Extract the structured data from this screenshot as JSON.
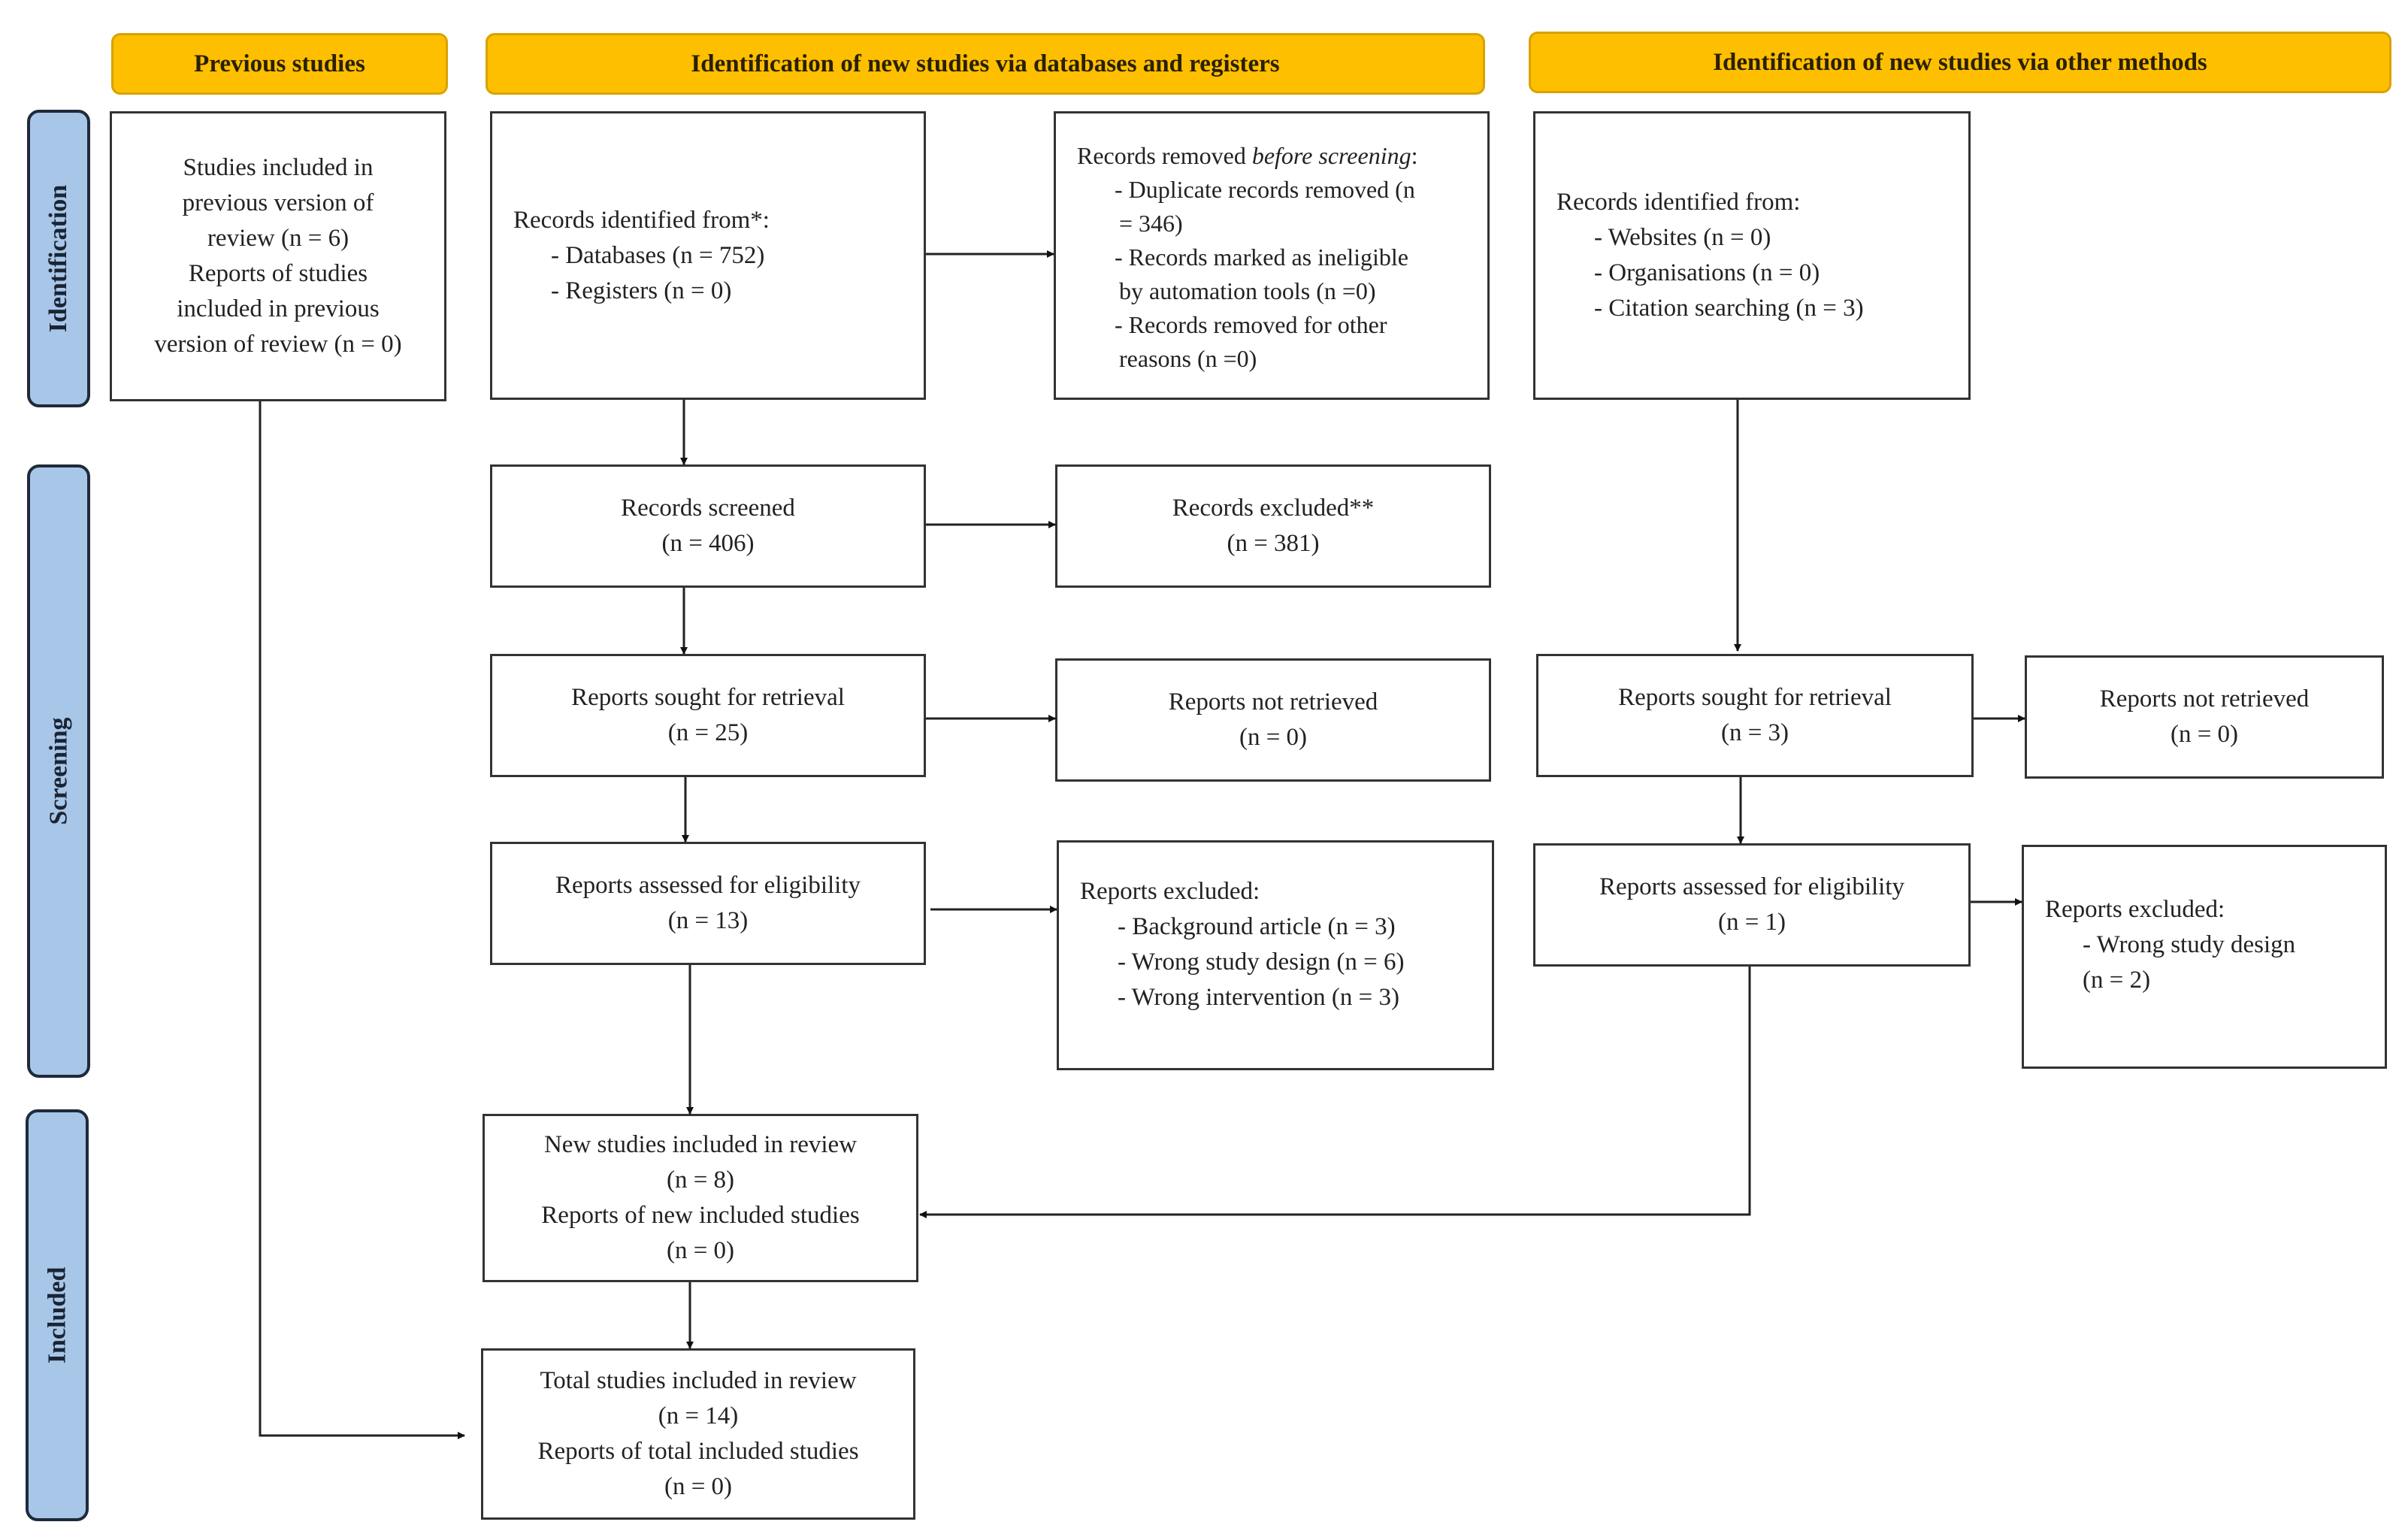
{
  "headers": {
    "previous": "Previous studies",
    "databases": "Identification of new studies via databases and registers",
    "other": "Identification of new studies via other methods"
  },
  "phases": {
    "identification": "Identification",
    "screening": "Screening",
    "included": "Included"
  },
  "previous": {
    "lines": [
      "Studies included in",
      "previous version of",
      "review (n = 6)",
      "Reports of studies",
      "included in previous",
      "version of review (n = 0)"
    ]
  },
  "db": {
    "identified": {
      "title": "Records identified from*:",
      "items": [
        "- Databases (n = 752)",
        "- Registers (n = 0)"
      ]
    },
    "removed": {
      "title_prefix": "Records removed ",
      "title_em": "before screening",
      "title_suffix": ":",
      "items": [
        "- Duplicate records removed (n",
        "= 346)",
        "- Records marked as ineligible",
        "by automation tools (n =0)",
        "- Records removed for other",
        "reasons (n =0)"
      ]
    },
    "screened": {
      "title": "Records screened",
      "n": "(n = 406)"
    },
    "excluded": {
      "title": "Records excluded**",
      "n": "(n = 381)"
    },
    "sought": {
      "title": "Reports sought for retrieval",
      "n": "(n = 25)"
    },
    "not_retrieved": {
      "title": "Reports not retrieved",
      "n": "(n = 0)"
    },
    "assessed": {
      "title": "Reports assessed for eligibility",
      "n": "(n = 13)"
    },
    "reports_excluded": {
      "title": "Reports excluded:",
      "items": [
        "- Background article (n = 3)",
        "- Wrong study design (n = 6)",
        "- Wrong intervention (n = 3)"
      ]
    },
    "new_included": {
      "lines": [
        "New studies included in review",
        "(n = 8)",
        "Reports of new included studies",
        "(n = 0)"
      ]
    },
    "total_included": {
      "lines": [
        "Total studies included in review",
        "(n = 14)",
        "Reports of total included studies",
        "(n = 0)"
      ]
    }
  },
  "other": {
    "identified": {
      "title": "Records identified from:",
      "items": [
        "- Websites (n = 0)",
        "- Organisations (n = 0)",
        "- Citation searching (n = 3)"
      ]
    },
    "sought": {
      "title": "Reports sought for retrieval",
      "n": "(n = 3)"
    },
    "not_retrieved": {
      "title": "Reports not retrieved",
      "n": "(n = 0)"
    },
    "assessed": {
      "title": "Reports assessed for eligibility",
      "n": "(n = 1)"
    },
    "reports_excluded": {
      "title": "Reports excluded:",
      "items": [
        "- Wrong study design",
        "(n = 2)"
      ]
    }
  }
}
